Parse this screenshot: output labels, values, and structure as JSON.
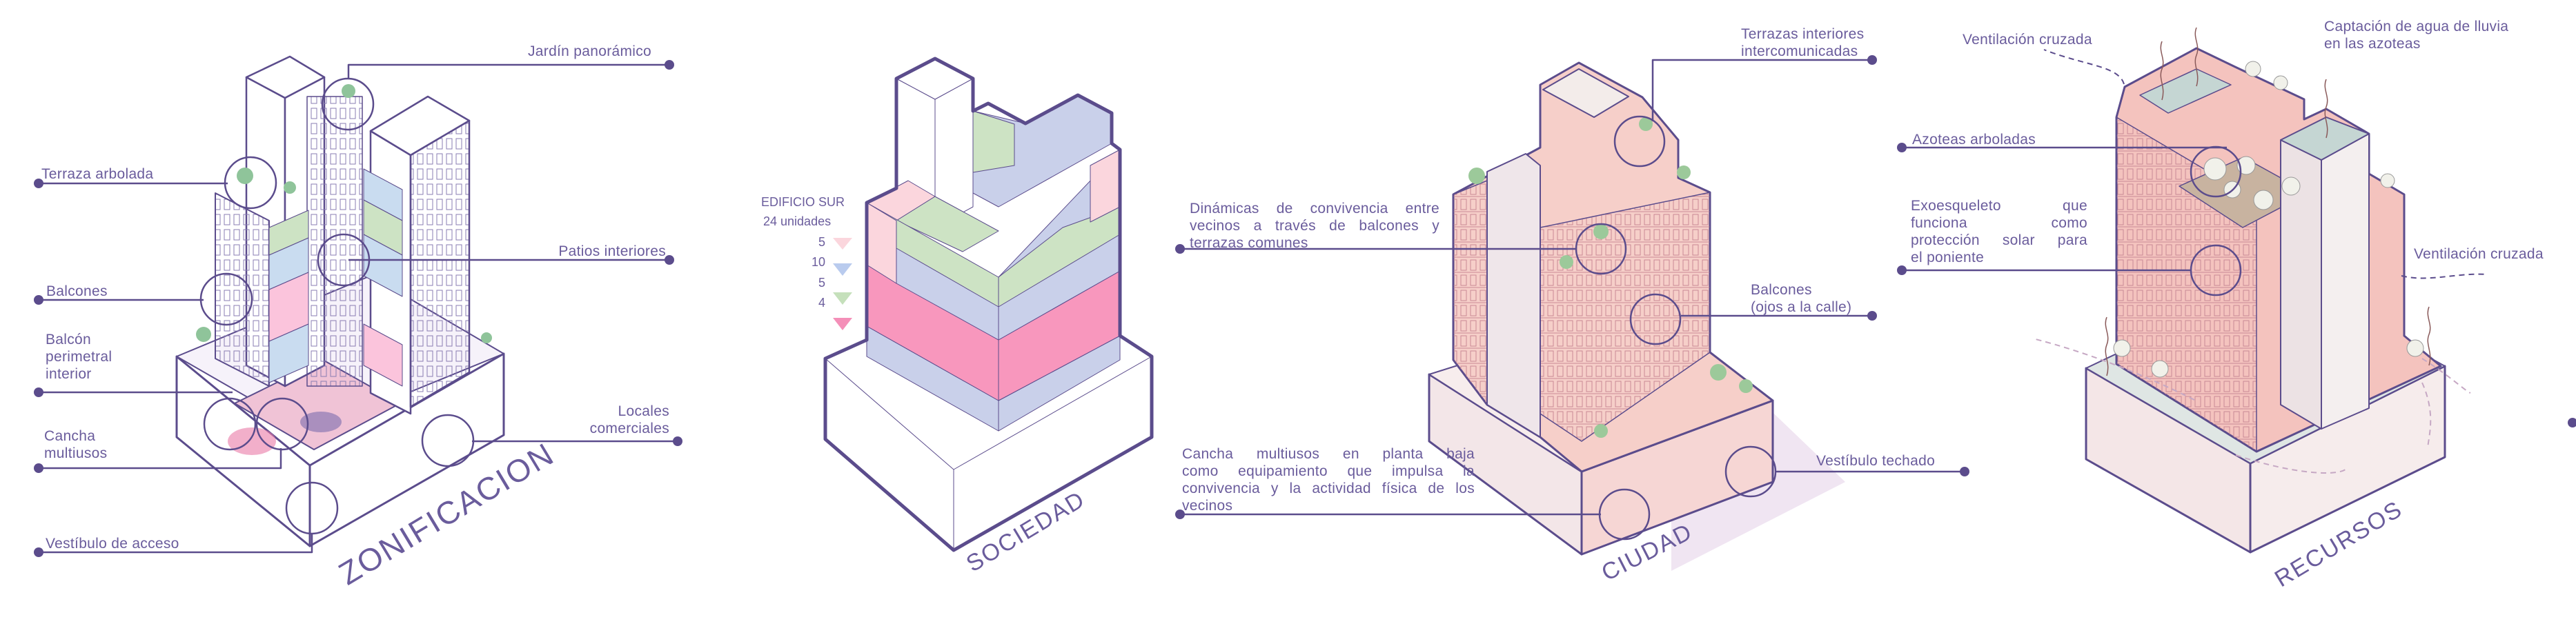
{
  "colors": {
    "line": "#5b4c8c",
    "text": "#6a5c9c",
    "pink": "#f48fb8",
    "light_pink": "#fbd6dd",
    "blue": "#c9d0ea",
    "green": "#cde3c4",
    "salmon": "#f5cbc6"
  },
  "zonificacion": {
    "title": "ZONIFICACION",
    "labels": {
      "jardin": "Jardín panorámico",
      "terraza": "Terraza arbolada",
      "balcones": "Balcones",
      "balcon_perimetral": [
        "Balcón",
        "perimetral",
        "interior"
      ],
      "cancha": [
        "Cancha",
        "multiusos"
      ],
      "vestibulo": "Vestíbulo de acceso",
      "patios": "Patios interiores",
      "locales": [
        "Locales",
        "comerciales"
      ]
    }
  },
  "sociedad": {
    "title": "SOCIEDAD",
    "legend": {
      "heading": "EDIFICIO SUR",
      "subheading": "24 unidades",
      "items": [
        {
          "count": "5",
          "color": "#fbd6dd"
        },
        {
          "count": "10",
          "color": "#b9cbee"
        },
        {
          "count": "5",
          "color": "#c5e0bb"
        },
        {
          "count": "4",
          "color": "#f48fb8"
        }
      ]
    }
  },
  "ciudad": {
    "title": "CIUDAD",
    "labels": {
      "terrazas": [
        "Terrazas interiores",
        "intercomunicadas"
      ],
      "dinamicas": [
        "Dinámicas de convivencia entre",
        "vecinos a través de balcones y",
        "terrazas comunes"
      ],
      "balcones": [
        "Balcones",
        "(ojos a la calle)"
      ],
      "cancha": [
        "Cancha multiusos en planta baja",
        "como equipamiento que impulsa la",
        "convivencia y la actividad física de los",
        "vecinos"
      ],
      "vestibulo": "Vestíbulo techado"
    }
  },
  "recursos": {
    "title": "RECURSOS",
    "labels": {
      "ventilacion_top": "Ventilación cruzada",
      "captacion": [
        "Captación de agua de lluvia",
        "en las azoteas"
      ],
      "azoteas": "Azoteas arboladas",
      "exoesqueleto": [
        "Exoesqueleto que",
        "funciona como",
        "protección solar para",
        "el poniente"
      ],
      "ventilacion_right": "Ventilación cruzada"
    }
  }
}
